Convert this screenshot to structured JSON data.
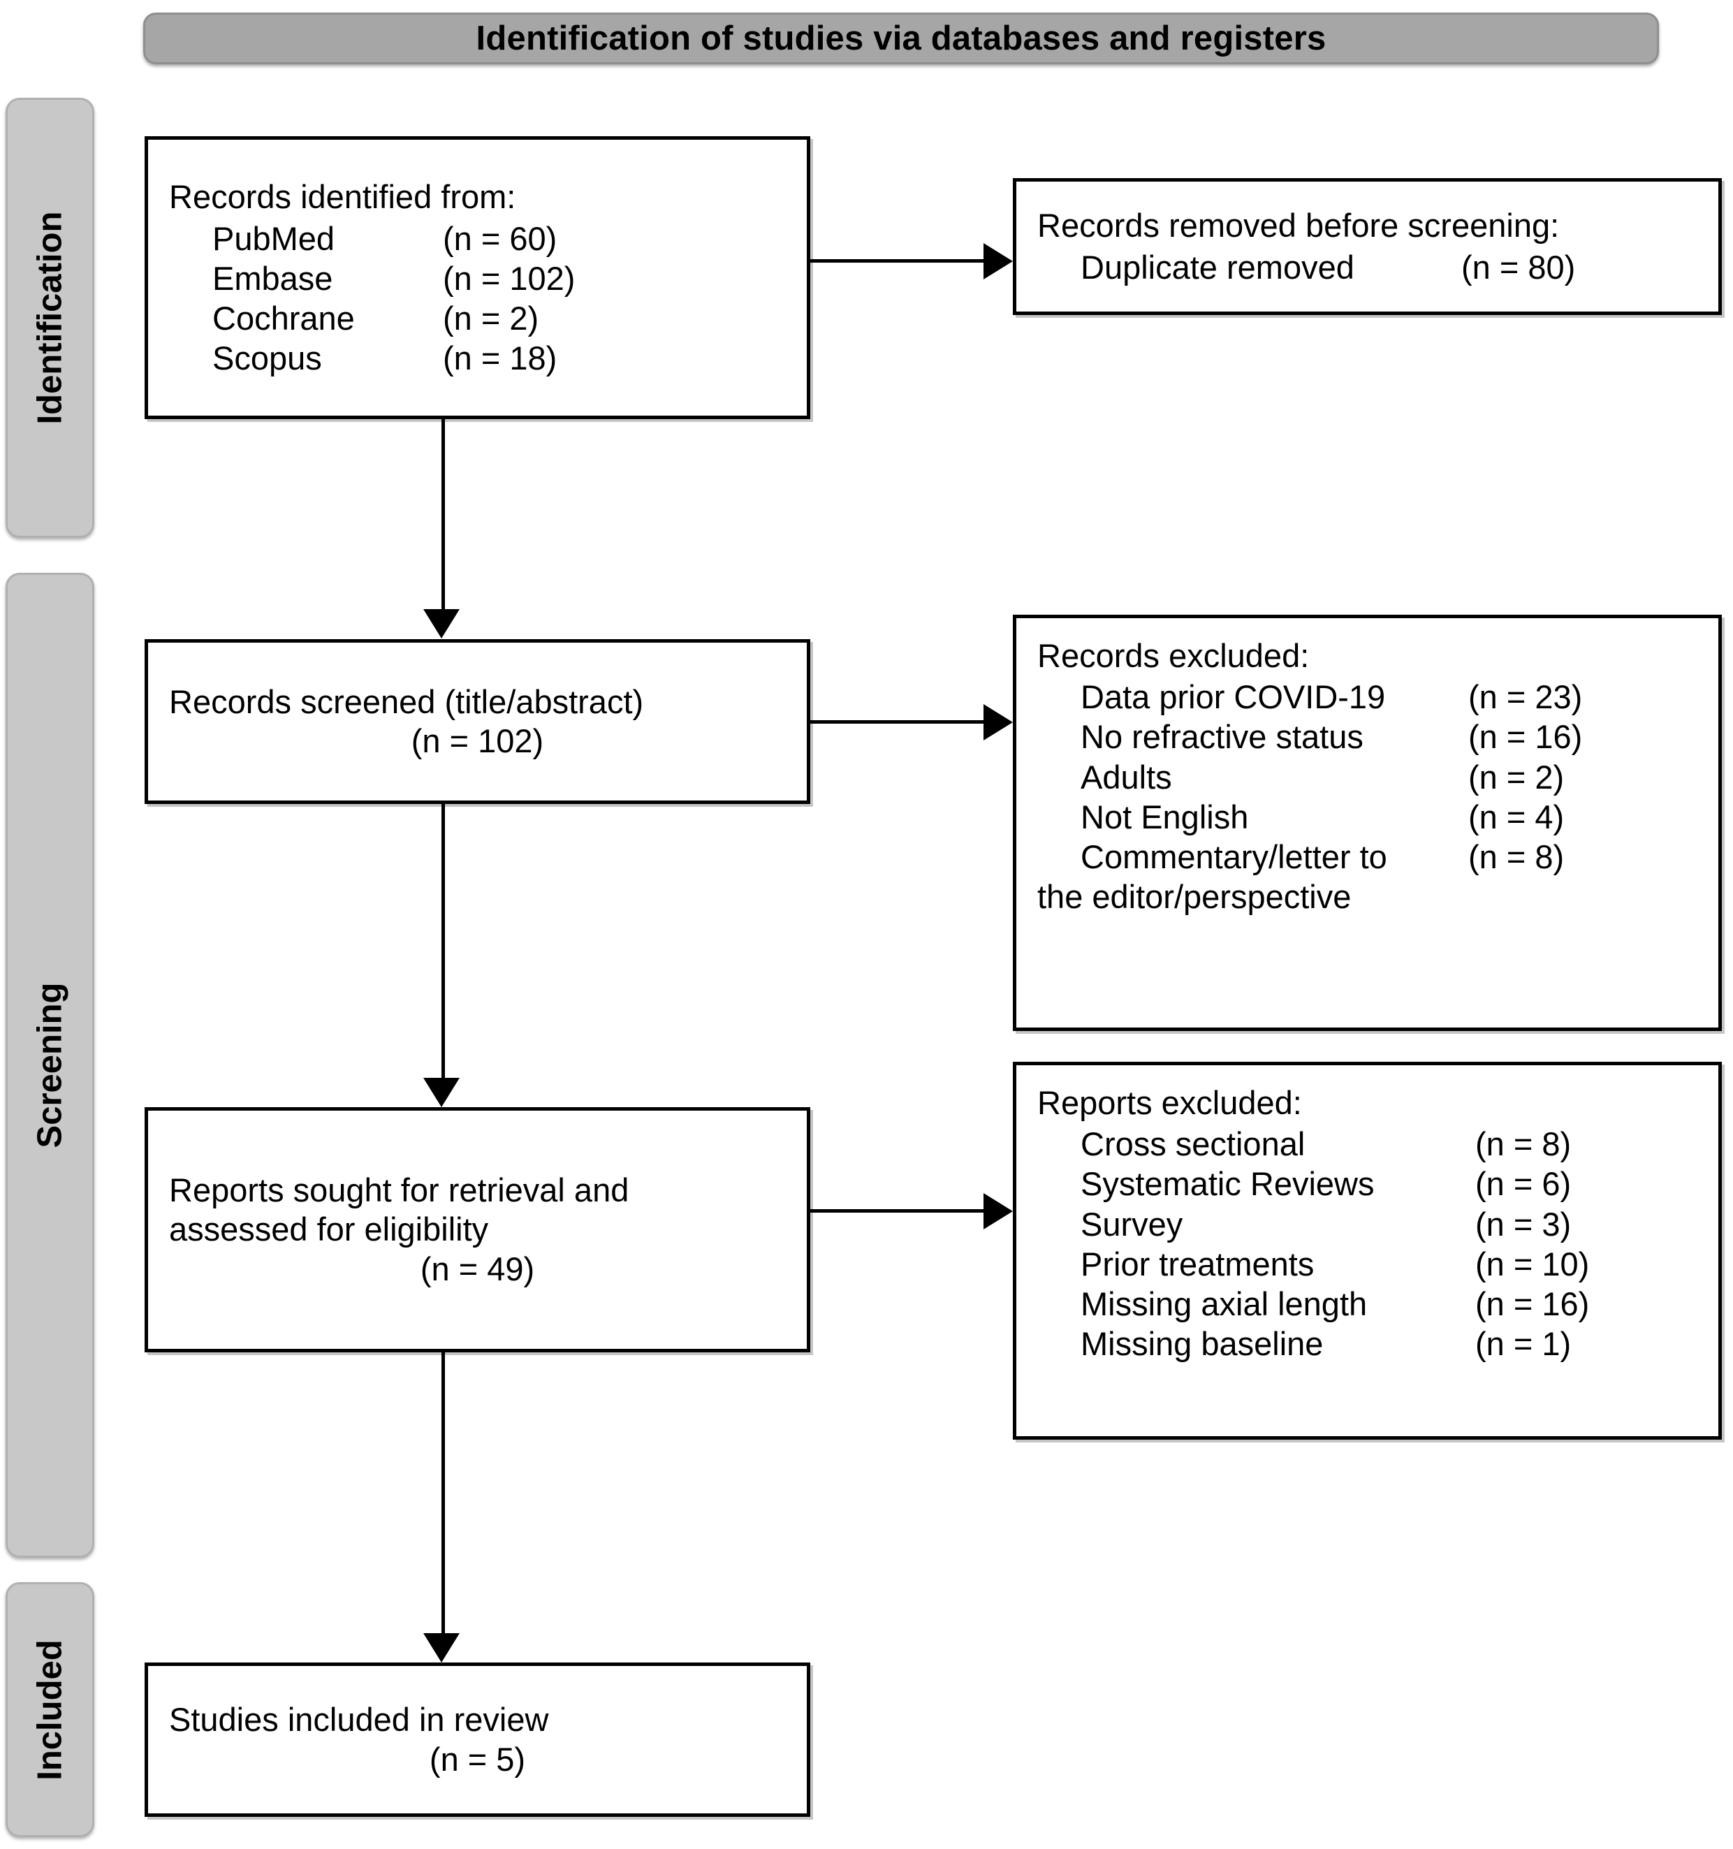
{
  "diagram": {
    "type": "PRISMA flow diagram",
    "banner_title": "Identification of studies via databases and registers",
    "stages": [
      {
        "id": "identification",
        "label": "Identification"
      },
      {
        "id": "screening",
        "label": "Screening"
      },
      {
        "id": "included",
        "label": "Included"
      }
    ],
    "boxes": {
      "identified": {
        "title": "Records identified from:",
        "rows": [
          {
            "label": "PubMed",
            "count": "(n = 60)"
          },
          {
            "label": "Embase",
            "count": "(n = 102)"
          },
          {
            "label": "Cochrane",
            "count": "(n = 2)"
          },
          {
            "label": "Scopus",
            "count": "(n = 18)"
          }
        ]
      },
      "removed": {
        "title": "Records removed before screening:",
        "rows": [
          {
            "label": "Duplicate removed",
            "count": "(n = 80)"
          }
        ]
      },
      "screened": {
        "line1": "Records screened (title/abstract)",
        "line2": "(n = 102)"
      },
      "records_excluded": {
        "title": "Records excluded:",
        "rows": [
          {
            "label": "Data prior COVID-19",
            "count": "(n = 23)"
          },
          {
            "label": "No refractive status",
            "count": "(n = 16)"
          },
          {
            "label": "Adults",
            "count": "(n = 2)"
          },
          {
            "label": "Not English",
            "count": "(n = 4)"
          },
          {
            "label": "Commentary/letter to",
            "count": "(n = 8)"
          }
        ],
        "continuation": "the editor/perspective"
      },
      "sought": {
        "line1": "Reports sought for retrieval and",
        "line2": "assessed for eligibility",
        "line3": "(n = 49)"
      },
      "reports_excluded": {
        "title": "Reports excluded:",
        "rows": [
          {
            "label": "Cross sectional",
            "count": "(n = 8)"
          },
          {
            "label": "Systematic Reviews",
            "count": "(n = 6)"
          },
          {
            "label": "Survey",
            "count": "(n = 3)"
          },
          {
            "label": "Prior treatments",
            "count": "(n = 10)"
          },
          {
            "label": "Missing axial length",
            "count": "(n = 16)"
          },
          {
            "label": "Missing baseline",
            "count": "(n = 1)"
          }
        ]
      },
      "included": {
        "line1": "Studies included in review",
        "line2": "(n = 5)"
      }
    },
    "colors": {
      "banner_fill": "#a6a6a6",
      "rail_fill": "#c8c8c8",
      "box_border": "#000000",
      "box_fill": "#ffffff",
      "text": "#000000"
    }
  }
}
